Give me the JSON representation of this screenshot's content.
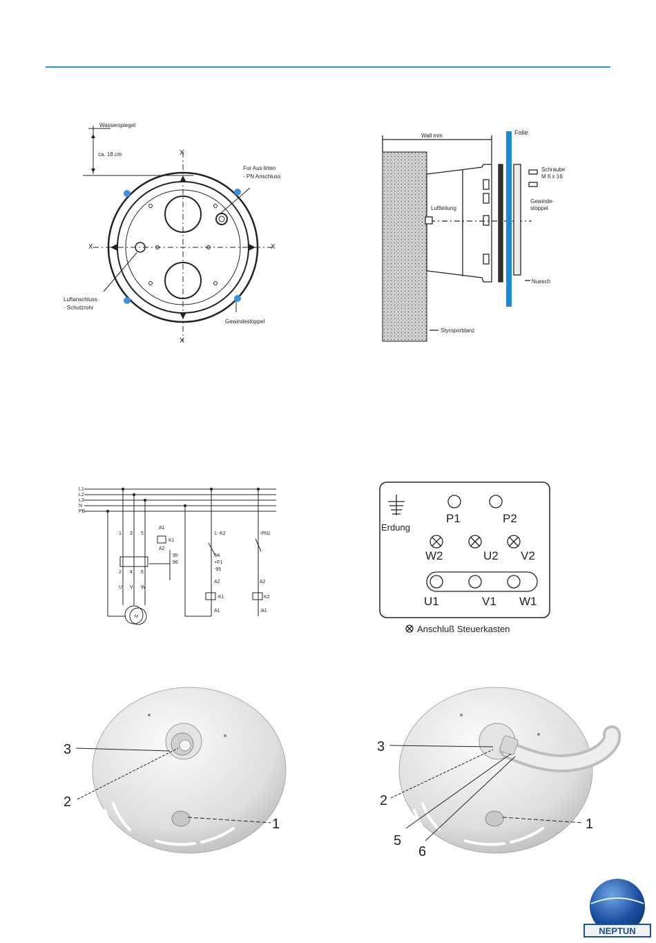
{
  "colors": {
    "rule": "#1f9ad6",
    "foil": "#1e88d8",
    "dot": "#3f8fd6",
    "logo_blue": "#1c4fa0"
  },
  "figure1": {
    "water_level": "Wasserspiegel",
    "depth": "ca. 18 cm",
    "axis_x": "X",
    "label_top_right": [
      "Fur Aus lirten",
      "- PN Anschluss"
    ],
    "label_left": [
      "Luftanschluss",
      "- Schutzrohr"
    ],
    "label_bottom_right": "Gewindestoppel"
  },
  "figure2": {
    "dimension": "Wall mm",
    "foil": "Folie",
    "screw": [
      "Schraube",
      "M 6 x 16"
    ],
    "plug": [
      "Gewinde-",
      "stoppel"
    ],
    "air": "Luftleitung",
    "cover": "Nuesch",
    "styropor": "Styroporblanz"
  },
  "figure3": {
    "lines": [
      "L1",
      "L2",
      "L3",
      "N",
      "PE"
    ],
    "left_terminals": [
      "1",
      "3",
      "5"
    ],
    "lower_terminals": [
      "2",
      "4",
      "6"
    ],
    "motor_phases": [
      "U",
      "V",
      "W"
    ],
    "motor": "M",
    "relay_labels": [
      "A1",
      "K1",
      "A2",
      "95",
      "96"
    ],
    "middle_labels": [
      "1 -K2",
      "9A",
      "+F1",
      "-95",
      "A2",
      "K1",
      "A1"
    ],
    "right_labels": [
      "-PN1",
      "A2",
      "K2",
      "A1"
    ]
  },
  "figure4": {
    "ground": "Erdung",
    "row1": [
      "P1",
      "P2"
    ],
    "row2": [
      "W2",
      "U2",
      "V2"
    ],
    "row3": [
      "U1",
      "V1",
      "W1"
    ],
    "legend": "Anschluß Steuerkasten"
  },
  "figure5": {
    "callouts": [
      "3",
      "2",
      "1"
    ]
  },
  "figure6": {
    "callouts": [
      "3",
      "2",
      "5",
      "6",
      "1"
    ]
  },
  "logo": {
    "text": "NEPTUN"
  }
}
